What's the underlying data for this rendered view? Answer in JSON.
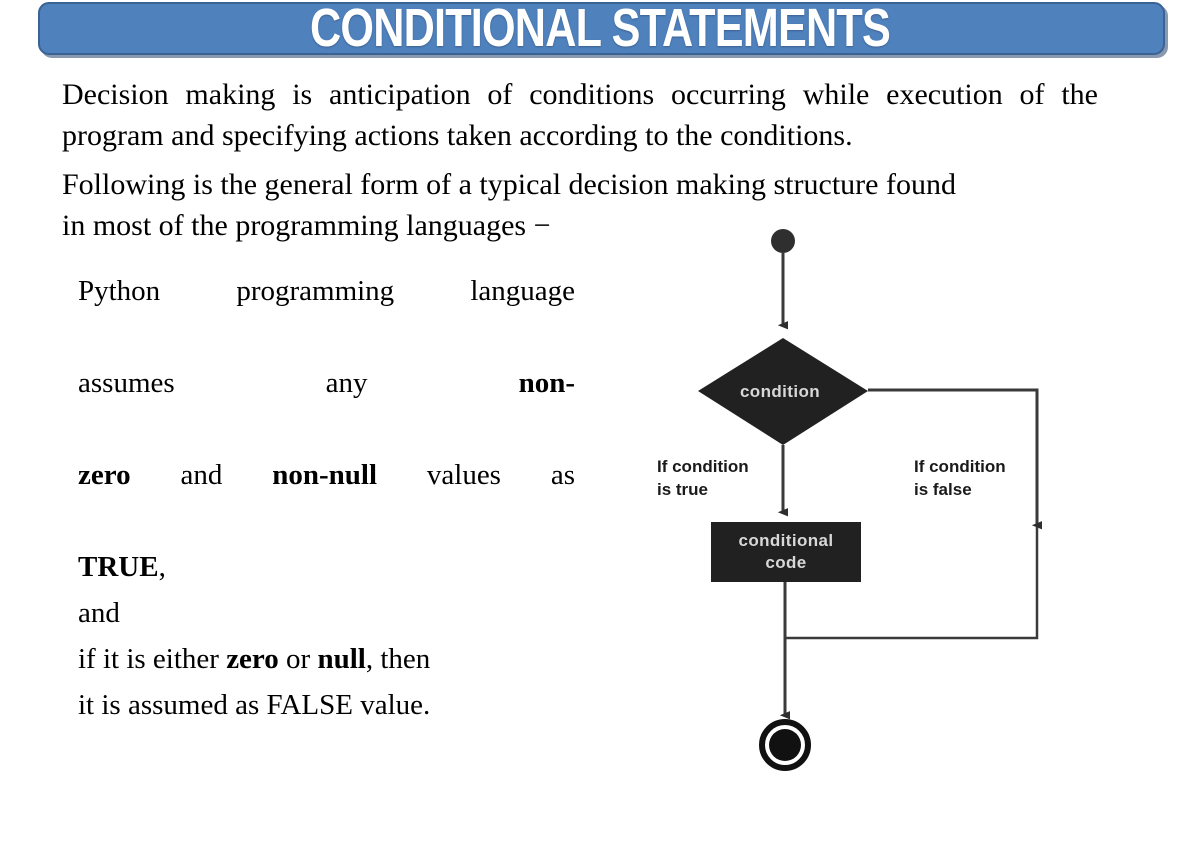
{
  "slide": {
    "title": "CONDITIONAL STATEMENTS",
    "banner_color": "#4F81BD",
    "background_color": "#FFFFFF"
  },
  "intro": {
    "paragraph_1": "Decision making is anticipation of conditions occurring while execution of the program and specifying actions taken according to the conditions.",
    "paragraph_2_line_1": "Following is the general form of a typical decision making structure found",
    "paragraph_2_line_2": "in most of the programming languages −"
  },
  "left_column": {
    "line_1": "Python programming language",
    "line_2_pre": "assumes any ",
    "line_2_bold": "non-",
    "line_3_bold_a": "zero",
    "line_3_mid": " and ",
    "line_3_bold_b": "non-null",
    "line_3_post": " values as",
    "line_4_bold": "TRUE",
    "line_4_post": ",",
    "line_5": "and",
    "line_6_pre": "if it is either ",
    "line_6_bold_a": "zero",
    "line_6_mid": " or ",
    "line_6_bold_b": "null",
    "line_6_post": ", then",
    "line_7": "it is assumed as FALSE value."
  },
  "flowchart": {
    "start_node": "start-filled-circle",
    "decision_label": "condition",
    "true_branch_label_line_1": "If condition",
    "true_branch_label_line_2": "is true",
    "false_branch_label_line_1": "If condition",
    "false_branch_label_line_2": "is false",
    "process_label_line_1": "conditional",
    "process_label_line_2": "code",
    "end_node": "end-bullseye-circle",
    "shape_fill": "#212121",
    "shape_text_color": "#D8D8D8",
    "connector_color": "#3A3A3A"
  }
}
